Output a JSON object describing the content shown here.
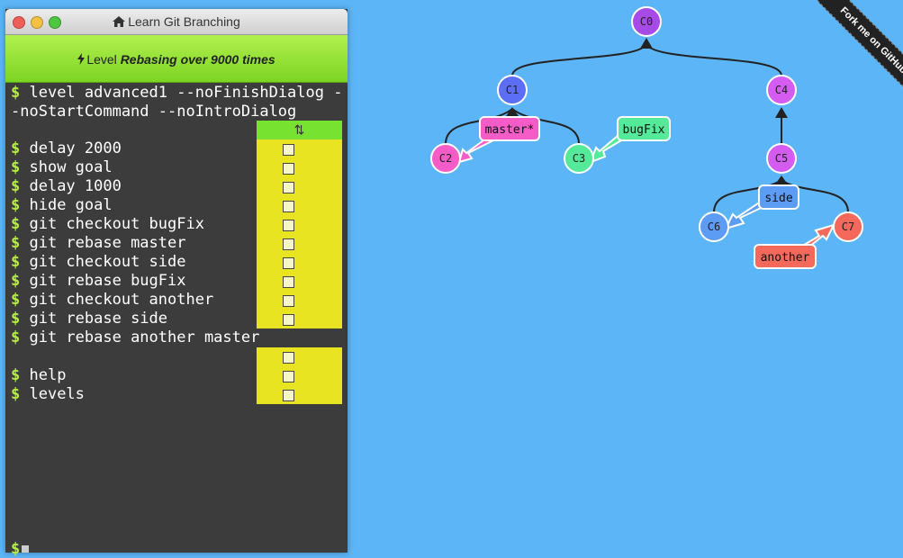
{
  "window": {
    "title": "Learn Git Branching",
    "level_prefix": "Level",
    "level_name": "Rebasing over 9000 times"
  },
  "terminal": {
    "prompt": "$",
    "intro_line1": " level advanced1 --noFinishDialog -",
    "intro_line2": "-noStartCommand --noIntroDialog",
    "commands": [
      " delay 2000",
      " show goal",
      " delay 1000",
      " hide goal",
      " git checkout bugFix",
      " git rebase master",
      " git checkout side",
      " git rebase bugFix",
      " git checkout another",
      " git rebase side",
      " git rebase another master",
      " help",
      " levels"
    ],
    "panel_header_icon": "⇅"
  },
  "graph": {
    "commits": [
      {
        "id": "C0",
        "label": "C0",
        "color": "#a84ae6"
      },
      {
        "id": "C1",
        "label": "C1",
        "color": "#5b6ef5"
      },
      {
        "id": "C2",
        "label": "C2",
        "color": "#f45cc8"
      },
      {
        "id": "C3",
        "label": "C3",
        "color": "#55ea99"
      },
      {
        "id": "C4",
        "label": "C4",
        "color": "#d45cf0"
      },
      {
        "id": "C5",
        "label": "C5",
        "color": "#d45cf0"
      },
      {
        "id": "C6",
        "label": "C6",
        "color": "#5c9cf5"
      },
      {
        "id": "C7",
        "label": "C7",
        "color": "#f5685c"
      }
    ],
    "branches": [
      {
        "name": "master*",
        "color": "#f45cc8",
        "target": "C2"
      },
      {
        "name": "bugFix",
        "color": "#55ea99",
        "target": "C3"
      },
      {
        "name": "side",
        "color": "#5c9cf5",
        "target": "C6"
      },
      {
        "name": "another",
        "color": "#f5685c",
        "target": "C7"
      }
    ]
  },
  "ribbon": {
    "text": "Fork me on GitHub"
  }
}
